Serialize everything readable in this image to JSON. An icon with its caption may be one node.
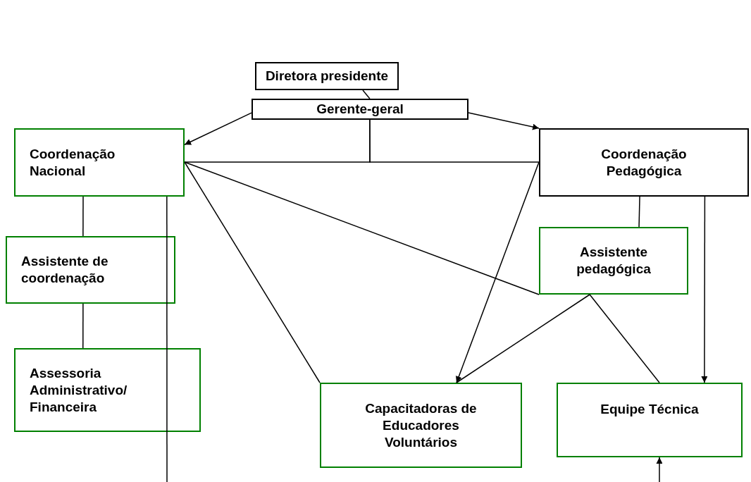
{
  "diagram": {
    "nodes": [
      {
        "text": [
          "Diretora presidente"
        ]
      },
      {
        "text": [
          "Gerente-geral"
        ]
      },
      {
        "text": [
          "Coordenação Nacional"
        ]
      },
      {
        "text": [
          "Coordenação Pedagógica"
        ]
      },
      {
        "text": [
          "Assistente de coordenação"
        ]
      },
      {
        "text": [
          "Assistente pedagógica"
        ]
      },
      {
        "text": [
          "Assessoria Administrativo/ Financeira"
        ]
      },
      {
        "text": [
          "Capacitadoras de Educadores Voluntários"
        ]
      },
      {
        "text": [
          "Equipe Técnica"
        ]
      }
    ],
    "edges": [
      {
        "from": 0,
        "to": 1,
        "arrow": "none"
      },
      {
        "from": 1,
        "to": 2,
        "arrow": "to"
      },
      {
        "from": 1,
        "to": 3,
        "arrow": "to"
      },
      {
        "from": 1,
        "to": 2,
        "arrow": "none"
      },
      {
        "from": 1,
        "to": 3,
        "arrow": "none"
      },
      {
        "from": 2,
        "to": 5,
        "arrow": "none"
      },
      {
        "from": 2,
        "to": 7,
        "arrow": "none"
      },
      {
        "from": 3,
        "to": 7,
        "arrow": "to"
      },
      {
        "from": 3,
        "to": 5,
        "arrow": "none"
      },
      {
        "from": 3,
        "to": 8,
        "arrow": "to"
      },
      {
        "from": 5,
        "to": 7,
        "arrow": "none"
      },
      {
        "from": 5,
        "to": 8,
        "arrow": "none"
      },
      {
        "from": 2,
        "to": 4,
        "arrow": "none"
      },
      {
        "from": 4,
        "to": 6,
        "arrow": "none"
      },
      {
        "from": 2,
        "to": null,
        "arrow": "none"
      },
      {
        "from": null,
        "to": 8,
        "arrow": "to"
      }
    ]
  }
}
